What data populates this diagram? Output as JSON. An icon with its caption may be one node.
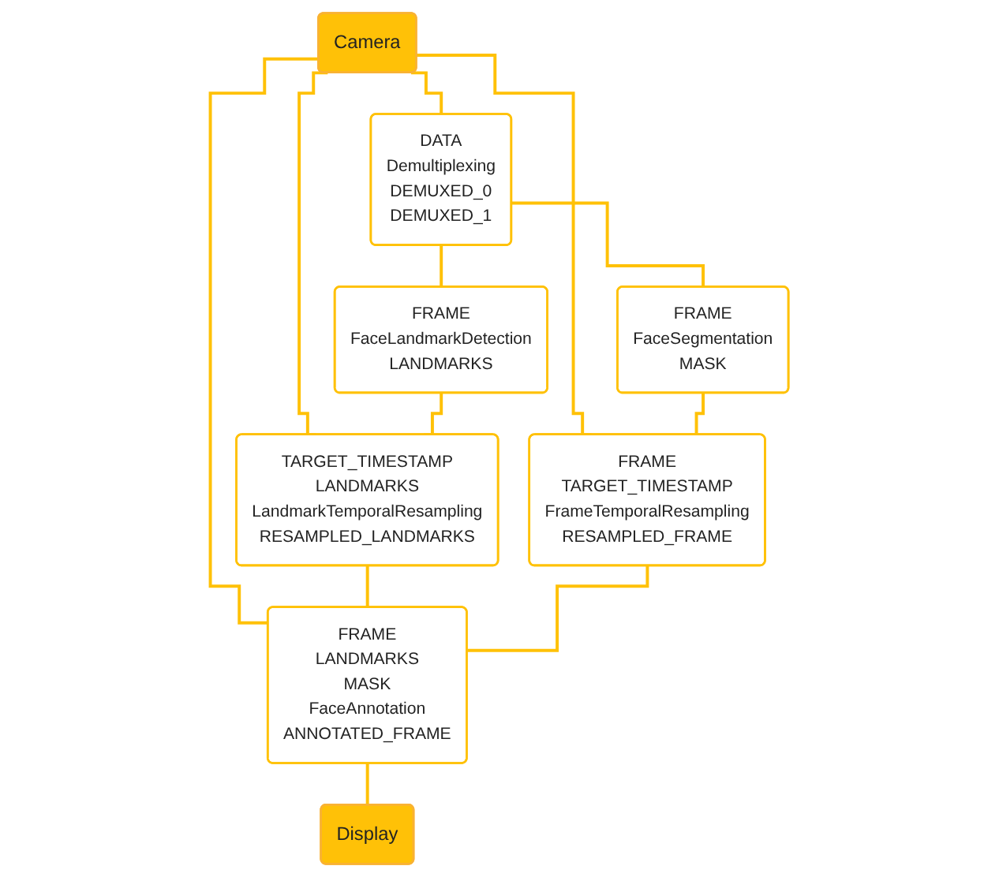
{
  "diagram": {
    "nodes": [
      {
        "text": [
          "Camera"
        ]
      },
      {
        "text": [
          "DATA",
          "Demultiplexing",
          "DEMUXED_0",
          "DEMUXED_1"
        ]
      },
      {
        "text": [
          "FRAME",
          "FaceLandmarkDetection",
          "LANDMARKS"
        ]
      },
      {
        "text": [
          "FRAME",
          "FaceSegmentation",
          "MASK"
        ]
      },
      {
        "text": [
          "TARGET_TIMESTAMP",
          "LANDMARKS",
          "LandmarkTemporalResampling",
          "RESAMPLED_LANDMARKS"
        ]
      },
      {
        "text": [
          "FRAME",
          "TARGET_TIMESTAMP",
          "FrameTemporalResampling",
          "RESAMPLED_FRAME"
        ]
      },
      {
        "text": [
          "FRAME",
          "LANDMARKS",
          "MASK",
          "FaceAnnotation",
          "ANNOTATED_FRAME"
        ]
      },
      {
        "text": [
          "Display"
        ]
      }
    ],
    "edges": [
      {
        "from": 0,
        "to": 1,
        "arrow": "none"
      },
      {
        "from": 0,
        "to": 5,
        "arrow": "none"
      },
      {
        "from": 0,
        "to": 4,
        "arrow": "none"
      },
      {
        "from": 0,
        "to": 6,
        "arrow": "none"
      },
      {
        "from": 1,
        "to": 2,
        "arrow": "none"
      },
      {
        "from": 1,
        "to": 3,
        "arrow": "none"
      },
      {
        "from": 2,
        "to": 4,
        "arrow": "none"
      },
      {
        "from": 3,
        "to": 5,
        "arrow": "none"
      },
      {
        "from": 4,
        "to": 6,
        "arrow": "none"
      },
      {
        "from": 5,
        "to": 6,
        "arrow": "none"
      },
      {
        "from": 6,
        "to": 7,
        "arrow": "none"
      }
    ]
  }
}
